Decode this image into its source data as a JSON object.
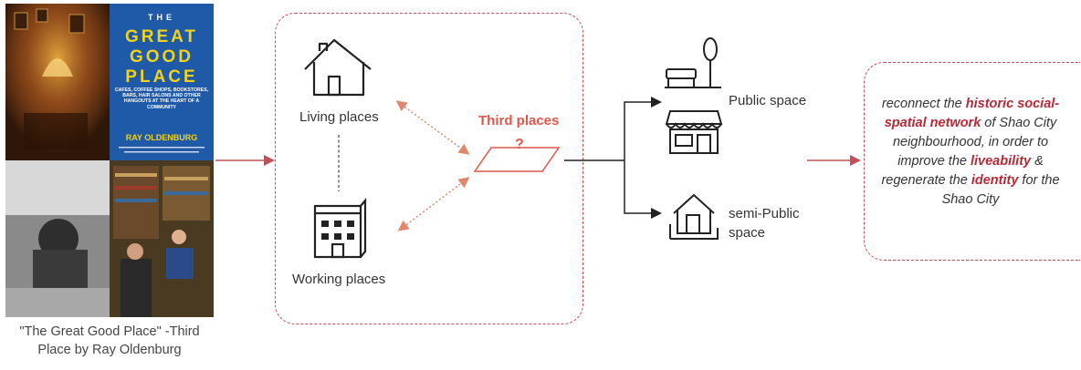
{
  "book": {
    "cover_title_lines": [
      "THE",
      "GREAT",
      "GOOD",
      "PLACE"
    ],
    "cover_subtitle": "CAFÉS, COFFEE SHOPS, BOOKSTORES, BARS, HAIR SALONS AND OTHER HANGOUTS AT THE HEART OF A COMMUNITY",
    "cover_author": "RAY OLDENBURG",
    "caption_line1": "\"The Great Good Place\" -Third",
    "caption_line2": "Place by Ray Oldenburg"
  },
  "middle": {
    "living": "Living places",
    "working": "Working places",
    "third": "Third places",
    "question": "?"
  },
  "right": {
    "public": "Public space",
    "semi_public_line1": "semi-Public",
    "semi_public_line2": "space"
  },
  "quote": {
    "p1": "reconnect the ",
    "e1": "historic social-spatial network",
    "p2": " of Shao City neighbourhood, in order to improve the ",
    "e2": "liveability",
    "p3": " & regenerate the ",
    "e3": "identity",
    "p4": " for the Shao City"
  },
  "colors": {
    "accent": "#c0505a",
    "third": "#e0574a",
    "emphasis": "#b32a38",
    "cover_blue": "#1f5aa8",
    "cover_yellow": "#f2d21b"
  }
}
